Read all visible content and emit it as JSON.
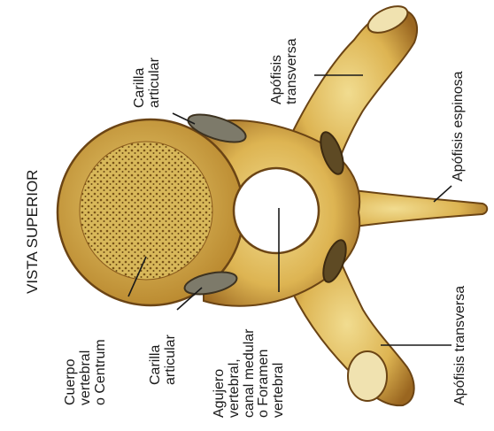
{
  "diagram": {
    "view_title": "VISTA SUPERIOR",
    "labels": {
      "cuerpo": [
        "Cuerpo",
        "vertebral",
        "o Centrum"
      ],
      "carilla_top": [
        "Carilla",
        "articular"
      ],
      "carilla_bottom": [
        "Carilla",
        "articular"
      ],
      "agujero": [
        "Agujero",
        "vertebral,",
        "canal medular",
        "o Foramen",
        "vertebral"
      ],
      "apofisis_transversa_top": [
        "Apófisis",
        "transversa"
      ],
      "apofisis_espinosa": "Apófisis espinosa",
      "apofisis_transversa_bottom": "Apófisis transversa"
    },
    "colors": {
      "bone_light": "#e9cf7a",
      "bone_mid": "#d4a83c",
      "bone_dark": "#8a5a1c",
      "facet": "#7d7a6a",
      "leader": "#1a1a1a"
    }
  }
}
